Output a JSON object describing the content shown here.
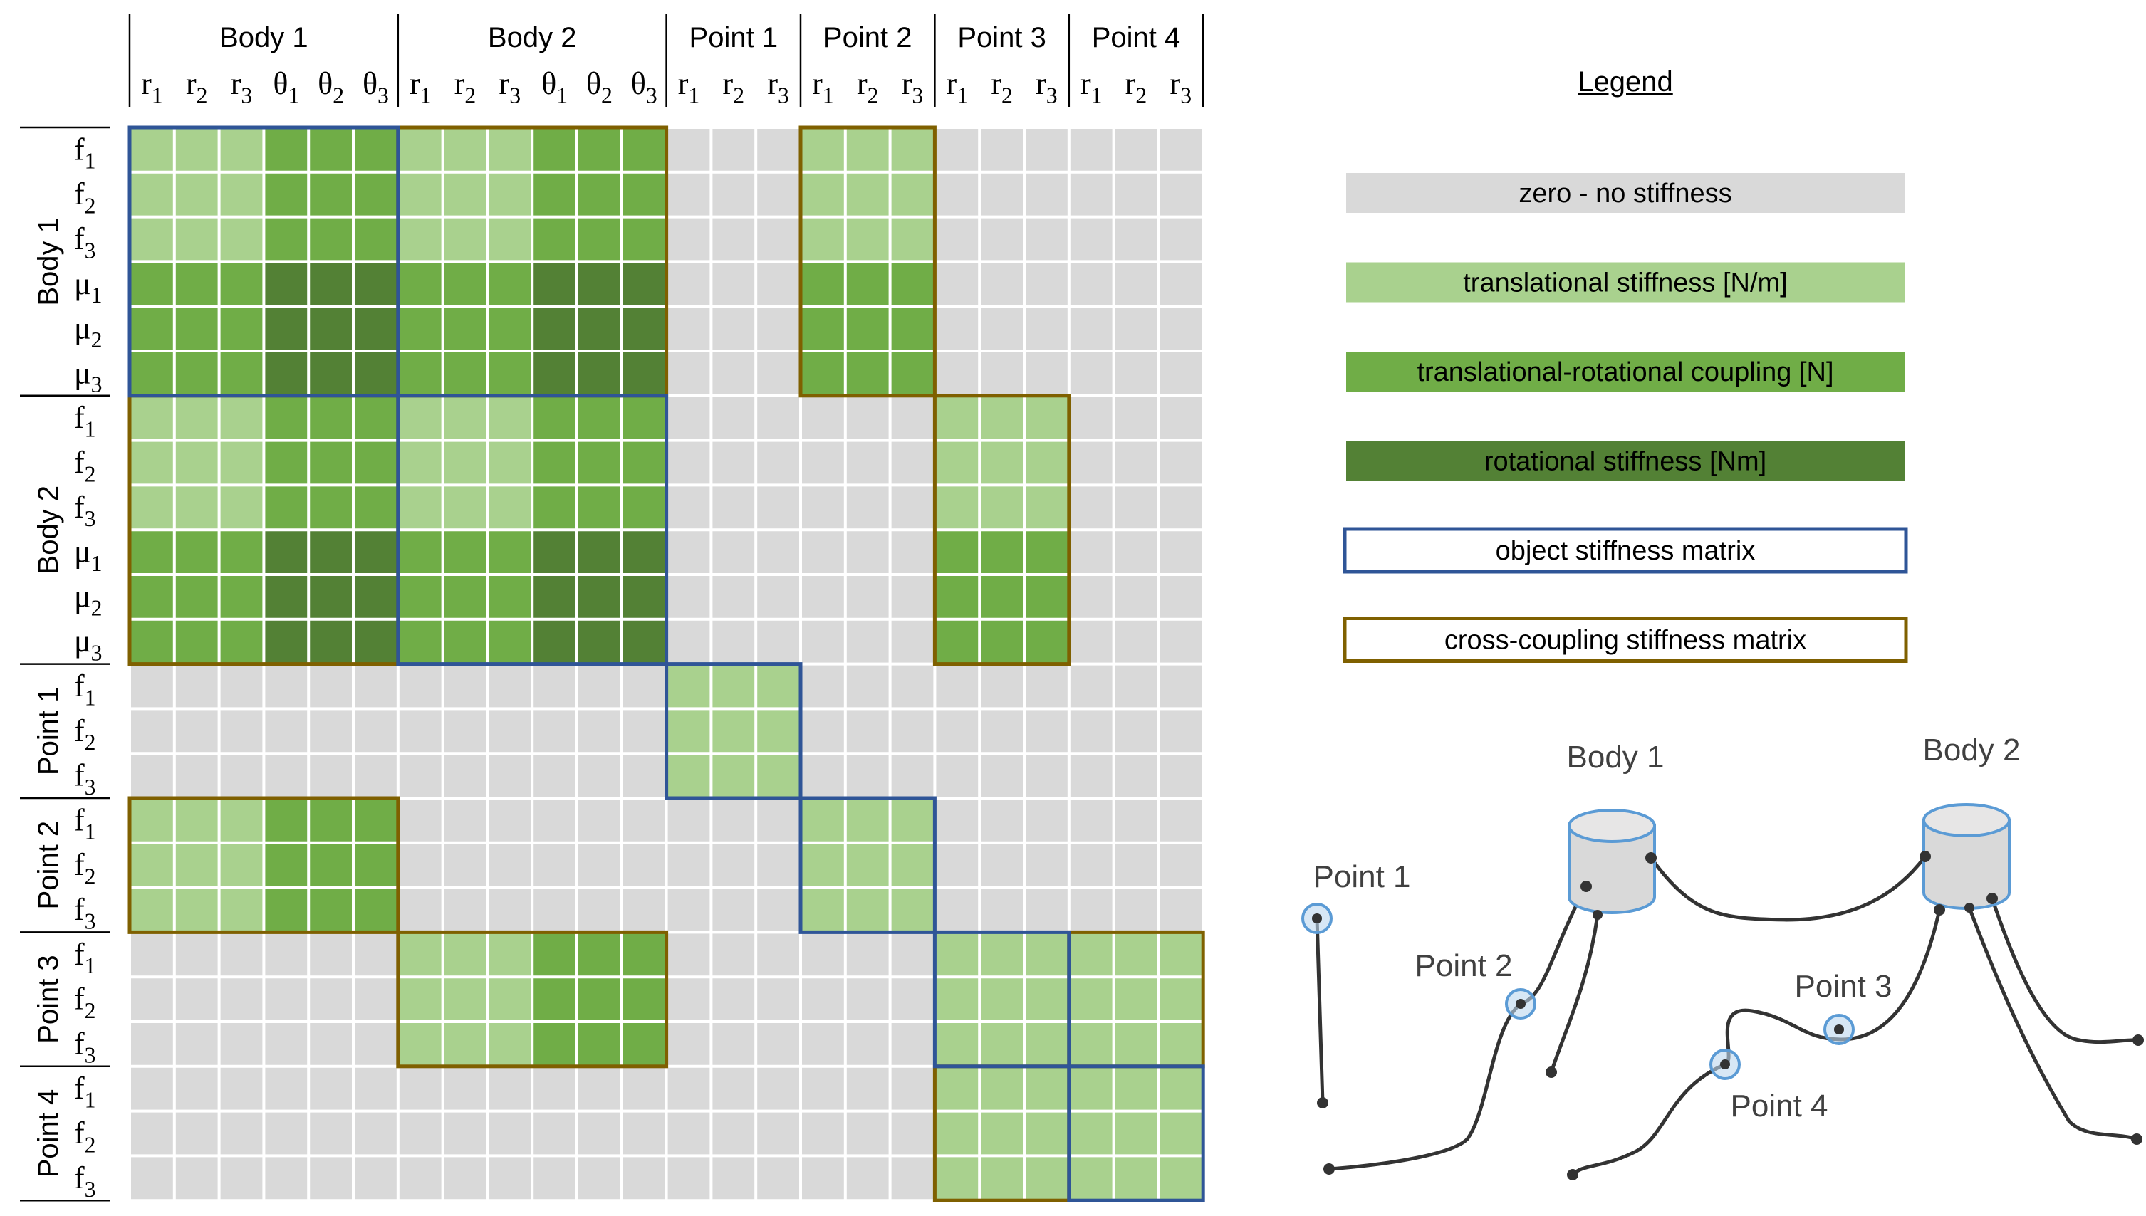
{
  "groups": [
    {
      "name": "Body 1",
      "sub": [
        [
          "r",
          "1"
        ],
        [
          "r",
          "2"
        ],
        [
          "r",
          "3"
        ],
        [
          "θ",
          "1"
        ],
        [
          "θ",
          "2"
        ],
        [
          "θ",
          "3"
        ]
      ],
      "rowsub": [
        [
          "f",
          "1"
        ],
        [
          "f",
          "2"
        ],
        [
          "f",
          "3"
        ],
        [
          "μ",
          "1"
        ],
        [
          "μ",
          "2"
        ],
        [
          "μ",
          "3"
        ]
      ]
    },
    {
      "name": "Body 2",
      "sub": [
        [
          "r",
          "1"
        ],
        [
          "r",
          "2"
        ],
        [
          "r",
          "3"
        ],
        [
          "θ",
          "1"
        ],
        [
          "θ",
          "2"
        ],
        [
          "θ",
          "3"
        ]
      ],
      "rowsub": [
        [
          "f",
          "1"
        ],
        [
          "f",
          "2"
        ],
        [
          "f",
          "3"
        ],
        [
          "μ",
          "1"
        ],
        [
          "μ",
          "2"
        ],
        [
          "μ",
          "3"
        ]
      ]
    },
    {
      "name": "Point 1",
      "sub": [
        [
          "r",
          "1"
        ],
        [
          "r",
          "2"
        ],
        [
          "r",
          "3"
        ]
      ],
      "rowsub": [
        [
          "f",
          "1"
        ],
        [
          "f",
          "2"
        ],
        [
          "f",
          "3"
        ]
      ]
    },
    {
      "name": "Point 2",
      "sub": [
        [
          "r",
          "1"
        ],
        [
          "r",
          "2"
        ],
        [
          "r",
          "3"
        ]
      ],
      "rowsub": [
        [
          "f",
          "1"
        ],
        [
          "f",
          "2"
        ],
        [
          "f",
          "3"
        ]
      ]
    },
    {
      "name": "Point 3",
      "sub": [
        [
          "r",
          "1"
        ],
        [
          "r",
          "2"
        ],
        [
          "r",
          "3"
        ]
      ],
      "rowsub": [
        [
          "f",
          "1"
        ],
        [
          "f",
          "2"
        ],
        [
          "f",
          "3"
        ]
      ]
    },
    {
      "name": "Point 4",
      "sub": [
        [
          "r",
          "1"
        ],
        [
          "r",
          "2"
        ],
        [
          "r",
          "3"
        ]
      ],
      "rowsub": [
        [
          "f",
          "1"
        ],
        [
          "f",
          "2"
        ],
        [
          "f",
          "3"
        ]
      ]
    }
  ],
  "nonzero_blocks": [
    {
      "row": 0,
      "col": 0,
      "frame": "object"
    },
    {
      "row": 0,
      "col": 1,
      "frame": "cross"
    },
    {
      "row": 0,
      "col": 3,
      "frame": "cross"
    },
    {
      "row": 1,
      "col": 0,
      "frame": "cross"
    },
    {
      "row": 1,
      "col": 1,
      "frame": "object"
    },
    {
      "row": 1,
      "col": 4,
      "frame": "cross"
    },
    {
      "row": 2,
      "col": 2,
      "frame": "object"
    },
    {
      "row": 3,
      "col": 0,
      "frame": "cross"
    },
    {
      "row": 3,
      "col": 3,
      "frame": "object"
    },
    {
      "row": 4,
      "col": 1,
      "frame": "cross"
    },
    {
      "row": 4,
      "col": 4,
      "frame": "object"
    },
    {
      "row": 4,
      "col": 5,
      "frame": "cross"
    },
    {
      "row": 5,
      "col": 4,
      "frame": "cross"
    },
    {
      "row": 5,
      "col": 5,
      "frame": "object"
    }
  ],
  "colors": {
    "zero": "#d9d9d9",
    "translational": "#a9d18e",
    "coupling": "#70ad47",
    "rotational": "#538135",
    "object_frame": "#2f5597",
    "cross_frame": "#7f6000",
    "node_ring": "#5b9bd5",
    "node_fill": "#bdd7ee"
  },
  "legend": {
    "title": "Legend",
    "items": [
      {
        "label": "zero - no stiffness",
        "kind": "zero"
      },
      {
        "label": "translational stiffness [N/m]",
        "kind": "translational"
      },
      {
        "label": "translational-rotational coupling [N]",
        "kind": "coupling"
      },
      {
        "label": "rotational stiffness [Nm]",
        "kind": "rotational"
      },
      {
        "label": "object stiffness matrix",
        "kind": "object_frame"
      },
      {
        "label": "cross-coupling stiffness matrix",
        "kind": "cross_frame"
      }
    ]
  },
  "sketch": {
    "labels": {
      "body1": "Body 1",
      "body2": "Body 2",
      "point1": "Point 1",
      "point2": "Point 2",
      "point3": "Point 3",
      "point4": "Point 4"
    }
  }
}
